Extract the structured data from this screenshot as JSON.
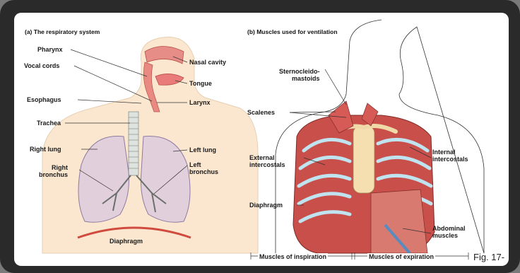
{
  "panel_a": {
    "title": "(a) The respiratory system",
    "labels": {
      "pharynx": "Pharynx",
      "vocal_cords": "Vocal cords",
      "esophagus": "Esophagus",
      "trachea": "Trachea",
      "right_lung": "Right lung",
      "right_bronchus": "Right\nbronchus",
      "nasal_cavity": "Nasal cavity",
      "tongue": "Tongue",
      "larynx": "Larynx",
      "left_lung": "Left lung",
      "left_bronchus": "Left\nbronchus",
      "diaphragm": "Diaphragm"
    }
  },
  "panel_b": {
    "title": "(b) Muscles used for ventilation",
    "labels": {
      "sternocleidomastoids": "Sternocleido-\nmastoids",
      "scalenes": "Scalenes",
      "external_intercostals": "External\nintercostals",
      "internal_intercostals": "Internal\nintercostals",
      "diaphragm": "Diaphragm",
      "abdominal_muscles": "Abdominal\nmuscles",
      "muscles_of_inspiration": "Muscles of inspiration",
      "muscles_of_expiration": "Muscles of expiration"
    }
  },
  "caption": "Fig. 17-"
}
